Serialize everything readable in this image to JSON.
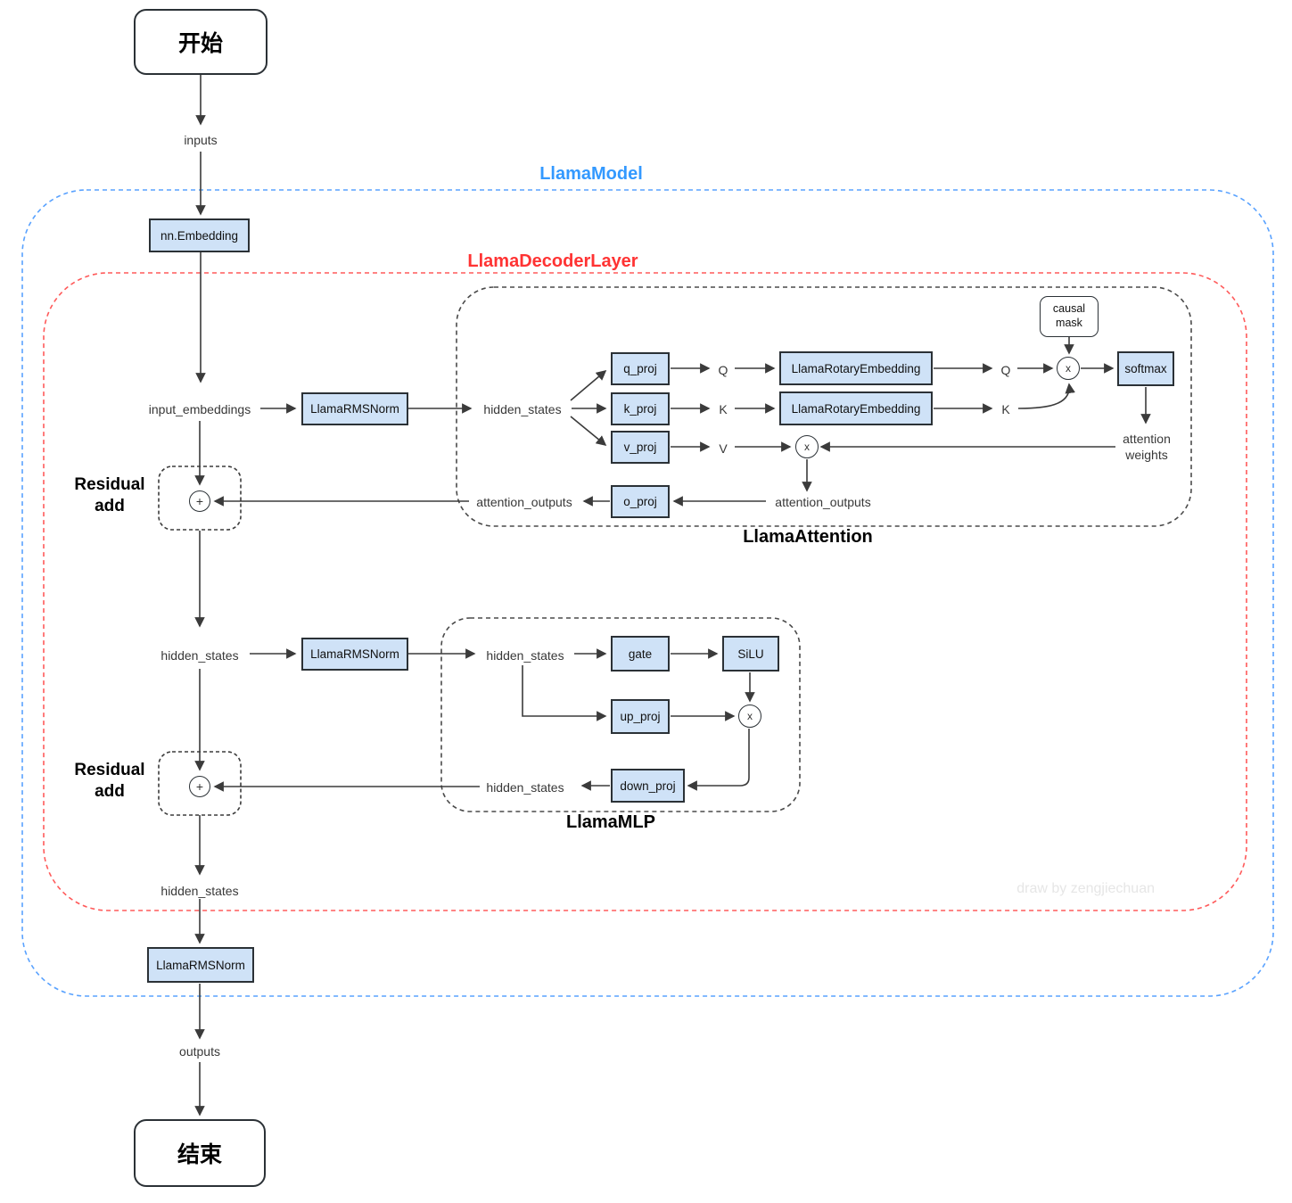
{
  "terminals": {
    "start": "开始",
    "end": "结束"
  },
  "containers": {
    "model": "LlamaModel",
    "decoder": "LlamaDecoderLayer",
    "attention": "LlamaAttention",
    "mlp": "LlamaMLP",
    "residual": "Residual\nadd"
  },
  "blocks": {
    "embedding": "nn.Embedding",
    "rmsnorm": "LlamaRMSNorm",
    "q_proj": "q_proj",
    "k_proj": "k_proj",
    "v_proj": "v_proj",
    "o_proj": "o_proj",
    "rotary": "LlamaRotaryEmbedding",
    "softmax": "softmax",
    "causal_mask": "causal\nmask",
    "gate": "gate",
    "silu": "SiLU",
    "up_proj": "up_proj",
    "down_proj": "down_proj"
  },
  "flow": {
    "inputs": "inputs",
    "input_embeddings": "input_embeddings",
    "hidden_states": "hidden_states",
    "attention_outputs": "attention_outputs",
    "attention_weights": "attention\nweights",
    "outputs": "outputs",
    "q": "Q",
    "k": "K",
    "v": "V"
  },
  "operators": {
    "multiply": "x",
    "add": "+"
  },
  "watermark": "draw by zengjiechuan",
  "colors": {
    "block_fill": "#cfe2f7",
    "block_stroke": "#2b3136",
    "line": "#3b3b3b",
    "model_accent": "#3399ff",
    "decoder_accent": "#ff3333",
    "watermark": "#e6e6e6"
  }
}
